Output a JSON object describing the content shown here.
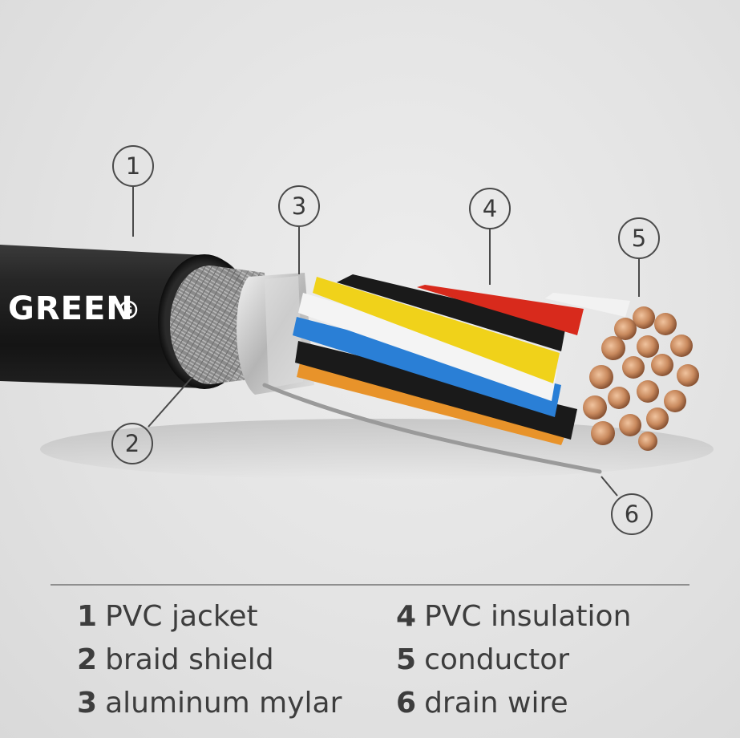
{
  "brand": {
    "logo_text": "GREEN",
    "logo_badge": "G"
  },
  "callouts": [
    {
      "id": "1",
      "label": "1"
    },
    {
      "id": "2",
      "label": "2"
    },
    {
      "id": "3",
      "label": "3"
    },
    {
      "id": "4",
      "label": "4"
    },
    {
      "id": "5",
      "label": "5"
    },
    {
      "id": "6",
      "label": "6"
    }
  ],
  "legend": [
    {
      "num": "1",
      "text": "PVC jacket"
    },
    {
      "num": "2",
      "text": "braid shield"
    },
    {
      "num": "3",
      "text": "aluminum mylar"
    },
    {
      "num": "4",
      "text": "PVC insulation"
    },
    {
      "num": "5",
      "text": "conductor"
    },
    {
      "num": "6",
      "text": "drain wire"
    }
  ],
  "colors": {
    "jacket": "#1e1e1e",
    "braid": "#9a9a9a",
    "foil": "#c8c8c8",
    "wires": [
      "#d82a1c",
      "#f0d21a",
      "#f4f4f4",
      "#2a7fd6",
      "#1a1a1a",
      "#e8932a"
    ],
    "copper": "#c98a5e"
  }
}
